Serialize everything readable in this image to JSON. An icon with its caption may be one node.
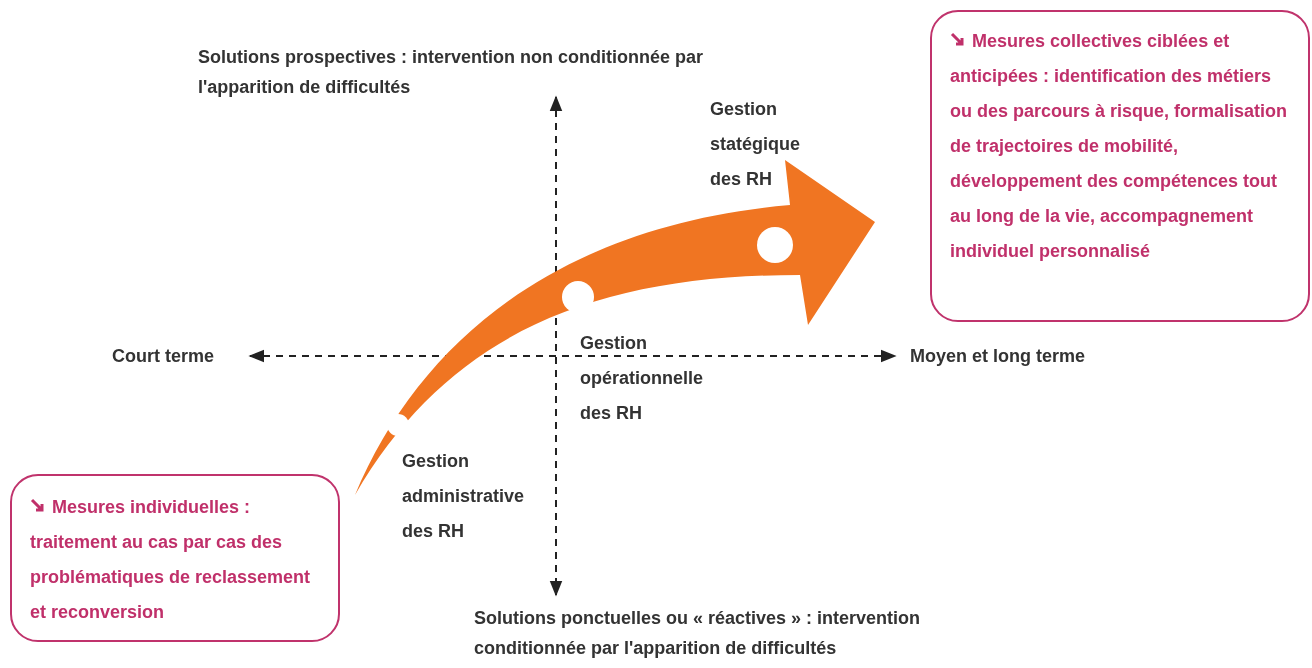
{
  "diagram": {
    "nodes": [
      {
        "text": [
          "Mesures collectives ciblées et anticipées : identification des métiers ou des parcours à risque, formalisation de trajectoires de mobilité, développement des compétences tout au long de la vie, accompagnement individuel personnalisé"
        ]
      },
      {
        "text": [
          "Gestion statégique des RH"
        ]
      },
      {
        "text": [
          "Gestion opérationnelle des RH"
        ]
      },
      {
        "text": [
          "Gestion administrative des RH"
        ]
      },
      {
        "text": [
          "Mesures individuelles : traitement au cas par cas des problématiques de reclassement et reconversion"
        ]
      }
    ],
    "labels": [
      "Solutions prospectives : intervention non conditionnée par l'apparition de difficultés",
      "Court terme",
      "Moyen et long terme",
      "Solutions ponctuelles ou « réactives » : intervention conditionnée par l'apparition de difficultés"
    ]
  }
}
